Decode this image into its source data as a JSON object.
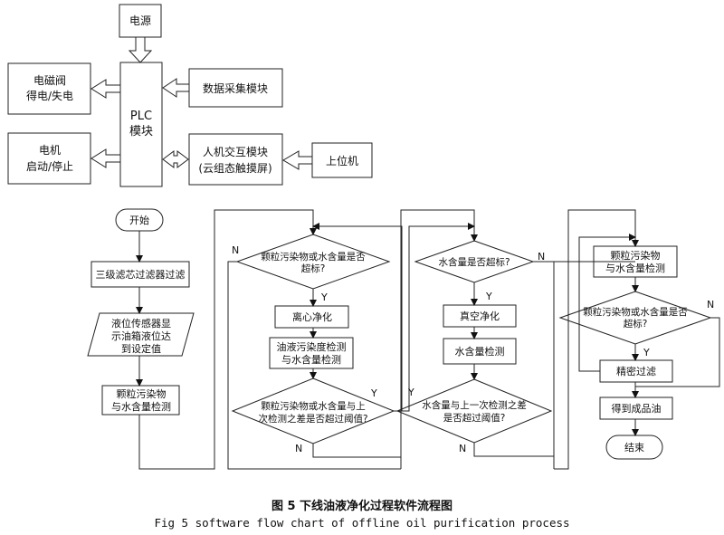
{
  "block": {
    "power": "电源",
    "plc": [
      "PLC",
      "模块"
    ],
    "valve": [
      "电磁阀",
      "得电/失电"
    ],
    "motor": [
      "电机",
      "启动/停止"
    ],
    "daq": "数据采集模块",
    "hmi": [
      "人机交互模块",
      "(云组态触摸屏)"
    ],
    "host": "上位机"
  },
  "flow": {
    "start": "开始",
    "filter3": "三级滤芯过滤器过滤",
    "level": [
      "液位传感器显",
      "示油箱液位达",
      "到设定值"
    ],
    "detect1": [
      "颗粒污染物",
      "与水含量检测"
    ],
    "dec1": [
      "颗粒污染物或水含量是否",
      "超标?"
    ],
    "centrifuge": "离心净化",
    "detect2": [
      "油液污染度检测",
      "与水含量检测"
    ],
    "dec2": [
      "颗粒污染物或水含量与上",
      "次检测之差是否超过阈值?"
    ],
    "dec3": "水含量是否超标?",
    "vacuum": "真空净化",
    "water": "水含量检测",
    "dec4": [
      "水含量与上一次检测之差",
      "是否超过阈值?"
    ],
    "detect3": [
      "颗粒污染物",
      "与水含量检测"
    ],
    "dec5": [
      "颗粒污染物或水含量是否",
      "超标?"
    ],
    "fine": "精密过滤",
    "product": "得到成品油",
    "end": "结束"
  },
  "marks": {
    "yes": "Y",
    "no": "N"
  },
  "caption": {
    "zh": "图 5   下线油液净化过程软件流程图",
    "en": "Fig 5 software flow chart of offline oil purification process"
  }
}
